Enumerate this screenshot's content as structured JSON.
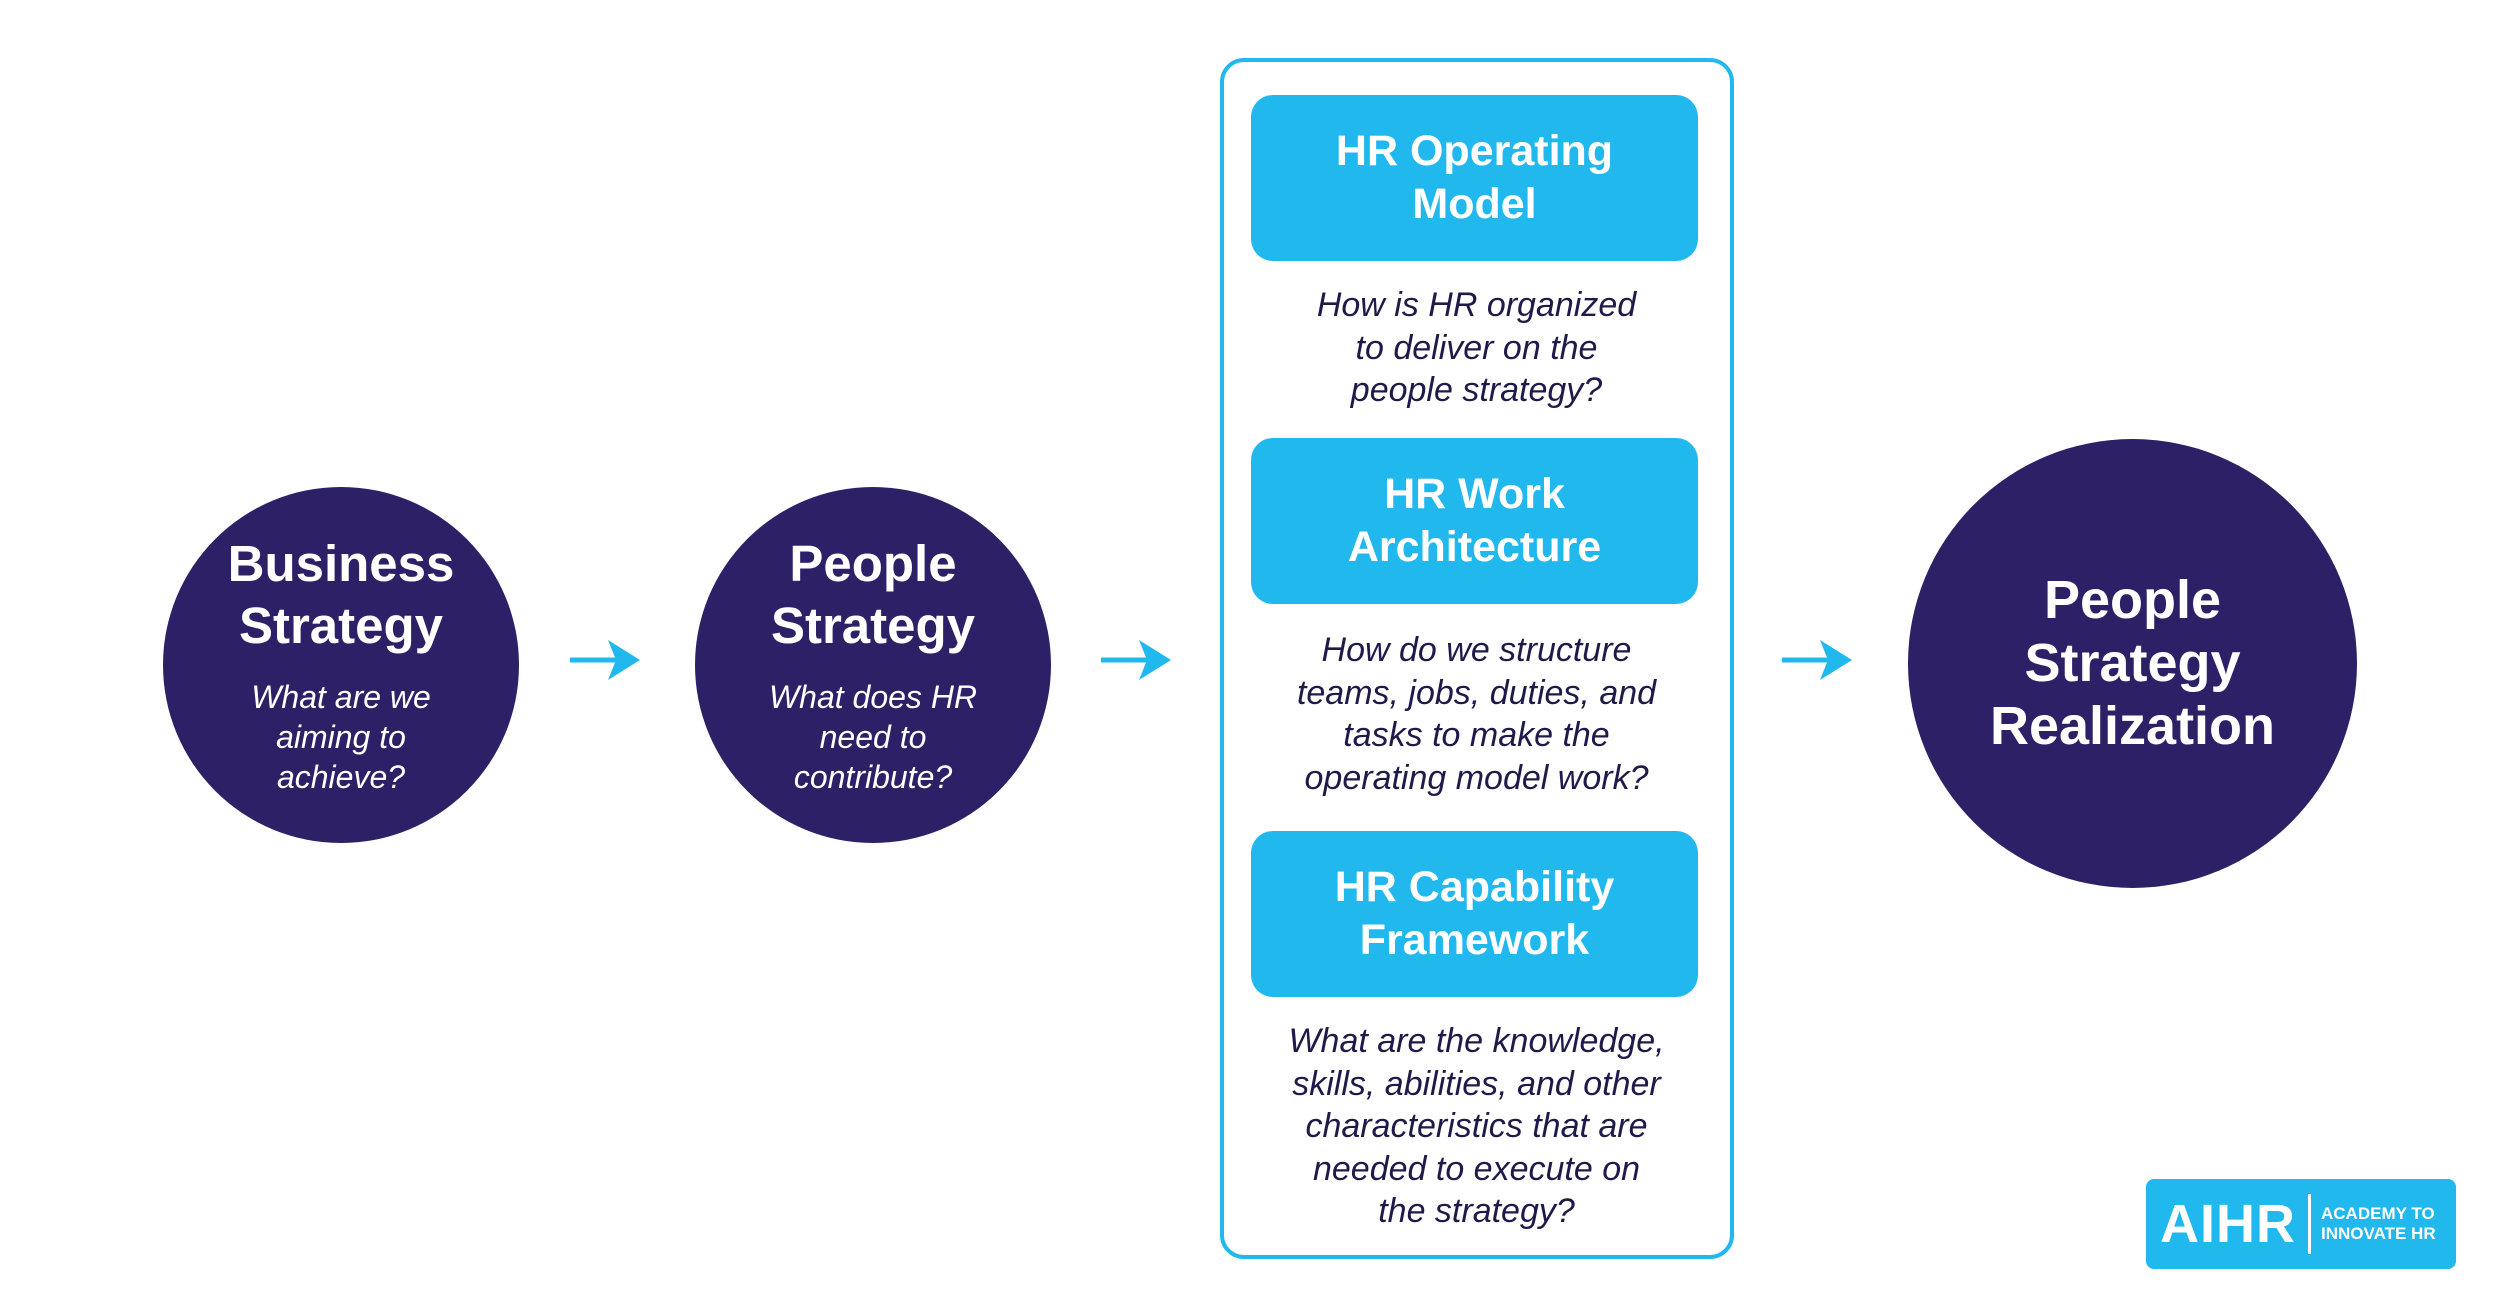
{
  "colors": {
    "circle": "#2e2066",
    "accent": "#21b8ee",
    "description_text": "#1f1a4a",
    "background": "#ffffff"
  },
  "business_strategy": {
    "title_lines": [
      "Business",
      "Strategy"
    ],
    "question_lines": [
      "What are we",
      "aiming to",
      "achieve?"
    ]
  },
  "people_strategy": {
    "title_lines": [
      "People",
      "Strategy"
    ],
    "question_lines": [
      "What does HR",
      "need to",
      "contribute?"
    ]
  },
  "hr_operating_model": {
    "title_lines": [
      "HR Operating",
      "Model"
    ],
    "question_lines": [
      "How is HR organized",
      "to deliver on the",
      "people strategy?"
    ]
  },
  "hr_work_architecture": {
    "title_lines": [
      "HR Work",
      "Architecture"
    ],
    "question_lines": [
      "How do we structure",
      "teams, jobs, duties, and",
      "tasks to make the",
      "operating model work?"
    ]
  },
  "hr_capability_framework": {
    "title_lines": [
      "HR Capability",
      "Framework"
    ],
    "question_lines": [
      "What are the knowledge,",
      "skills, abilities, and other",
      "characteristics that are",
      "needed to execute on",
      "the strategy?"
    ]
  },
  "people_strategy_realization": {
    "title_lines": [
      "People",
      "Strategy",
      "Realization"
    ]
  },
  "arrows": [
    {
      "icon": "arrow-right-icon"
    },
    {
      "icon": "arrow-right-icon"
    },
    {
      "icon": "arrow-right-icon"
    }
  ],
  "logo": {
    "mark": "AIHR",
    "text_lines": [
      "ACADEMY TO",
      "INNOVATE HR"
    ]
  }
}
